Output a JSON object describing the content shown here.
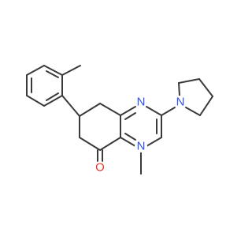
{
  "colors": {
    "bond": "#3a3a3a",
    "nitrogen": "#3050f8",
    "oxygen": "#e8372c",
    "background": "#ffffff"
  },
  "atoms": {
    "n1": {
      "symbol": "N",
      "color_key": "nitrogen"
    },
    "n2": {
      "symbol": "N",
      "color_key": "nitrogen"
    },
    "n3": {
      "symbol": "N",
      "color_key": "nitrogen"
    },
    "o1": {
      "symbol": "O",
      "color_key": "oxygen"
    }
  }
}
